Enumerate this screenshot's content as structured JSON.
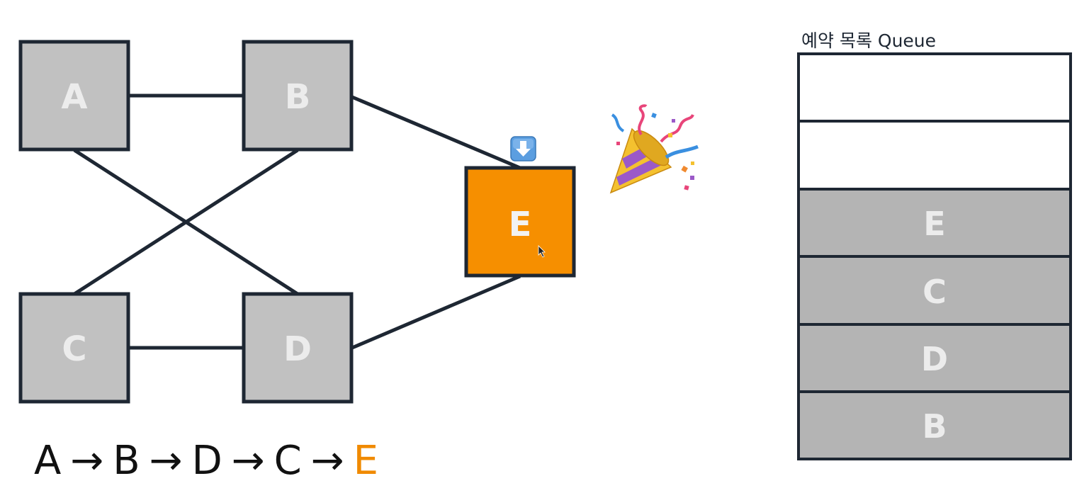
{
  "graph": {
    "nodes": [
      {
        "id": "A",
        "label": "A",
        "state": "visited"
      },
      {
        "id": "B",
        "label": "B",
        "state": "visited"
      },
      {
        "id": "C",
        "label": "C",
        "state": "visited"
      },
      {
        "id": "D",
        "label": "D",
        "state": "visited"
      },
      {
        "id": "E",
        "label": "E",
        "state": "current"
      }
    ],
    "edges": [
      [
        "A",
        "B"
      ],
      [
        "A",
        "D"
      ],
      [
        "B",
        "C"
      ],
      [
        "B",
        "E"
      ],
      [
        "C",
        "D"
      ],
      [
        "D",
        "E"
      ]
    ]
  },
  "queue": {
    "title": "예약 목록 Queue",
    "slots": [
      "",
      "",
      "E",
      "C",
      "D",
      "B"
    ]
  },
  "order": {
    "sequence": [
      "A",
      "B",
      "D",
      "C",
      "E"
    ],
    "arrow": "→"
  },
  "icons": {
    "down_arrow": "down-arrow-icon",
    "celebration": "party-popper-icon"
  },
  "colors": {
    "visited_fill": "#c1c1c1",
    "current_fill": "#f68f00",
    "queue_filled": "#b4b4b4",
    "stroke": "#1e2733",
    "node_text": "#ececec",
    "order_current": "#f08a00"
  }
}
